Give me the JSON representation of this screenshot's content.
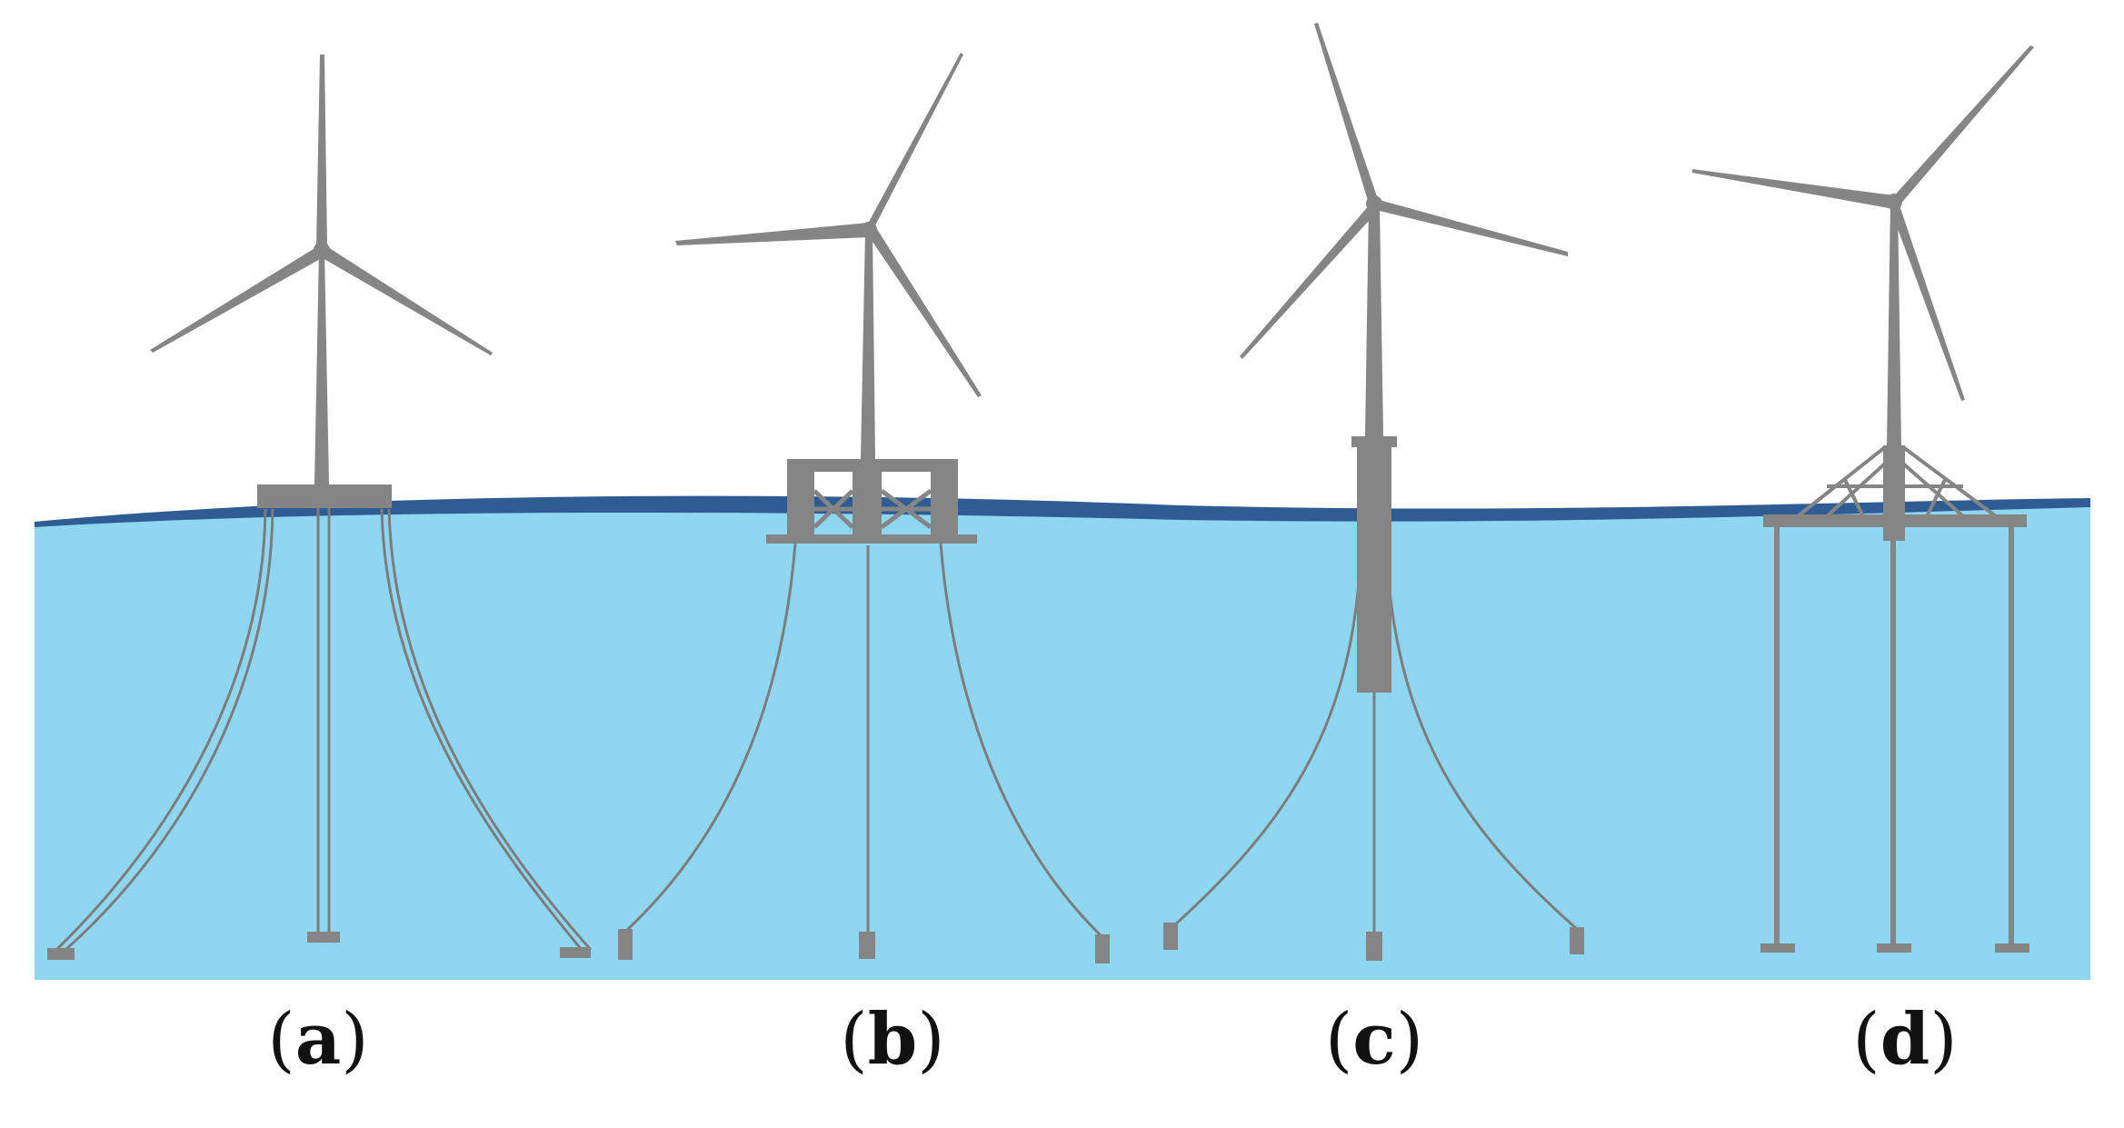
{
  "colors": {
    "water": "#8fd7f1",
    "surface": "#2f5d93",
    "structure": "#858585",
    "line": "#7d7d7d",
    "background": "#ffffff"
  },
  "panels": [
    {
      "id": "a",
      "label": "a"
    },
    {
      "id": "b",
      "label": "b"
    },
    {
      "id": "c",
      "label": "c"
    },
    {
      "id": "d",
      "label": "d"
    }
  ]
}
